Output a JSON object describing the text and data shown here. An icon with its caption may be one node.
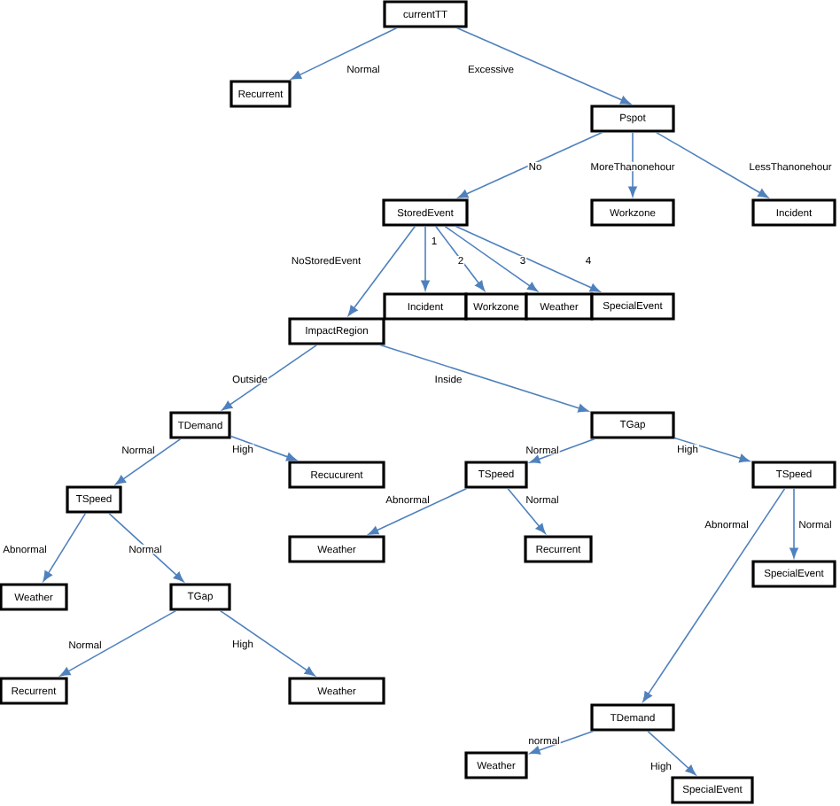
{
  "diagram": {
    "nodes": [
      {
        "text": [
          "currentTT"
        ]
      },
      {
        "text": [
          "Recurrent"
        ]
      },
      {
        "text": [
          "Pspot"
        ]
      },
      {
        "text": [
          "StoredEvent"
        ]
      },
      {
        "text": [
          "Workzone"
        ]
      },
      {
        "text": [
          "Incident"
        ]
      },
      {
        "text": [
          "Incident"
        ]
      },
      {
        "text": [
          "Workzone"
        ]
      },
      {
        "text": [
          "Weather"
        ]
      },
      {
        "text": [
          "SpecialEvent"
        ]
      },
      {
        "text": [
          "ImpactRegion"
        ]
      },
      {
        "text": [
          "TDemand"
        ]
      },
      {
        "text": [
          "Recucurent"
        ]
      },
      {
        "text": [
          "TGap"
        ]
      },
      {
        "text": [
          "TSpeed"
        ]
      },
      {
        "text": [
          "TSpeed"
        ]
      },
      {
        "text": [
          "TSpeed"
        ]
      },
      {
        "text": [
          "Weather"
        ]
      },
      {
        "text": [
          "Recurrent"
        ]
      },
      {
        "text": [
          "Weather"
        ]
      },
      {
        "text": [
          "TGap"
        ]
      },
      {
        "text": [
          "SpecialEvent"
        ]
      },
      {
        "text": [
          "Recurrent"
        ]
      },
      {
        "text": [
          "Weather"
        ]
      },
      {
        "text": [
          "TDemand"
        ]
      },
      {
        "text": [
          "Weather"
        ]
      },
      {
        "text": [
          "SpecialEvent"
        ]
      }
    ],
    "edges": [
      {
        "from": 0,
        "to": 1,
        "arrow": "to",
        "label": "Normal"
      },
      {
        "from": 0,
        "to": 2,
        "arrow": "to",
        "label": "Excessive"
      },
      {
        "from": 2,
        "to": 3,
        "arrow": "to",
        "label": "No"
      },
      {
        "from": 2,
        "to": 4,
        "arrow": "to",
        "label": "MoreThanonehour"
      },
      {
        "from": 2,
        "to": 5,
        "arrow": "to",
        "label": "LessThanonehour"
      },
      {
        "from": 3,
        "to": 10,
        "arrow": "to",
        "label": "NoStoredEvent"
      },
      {
        "from": 3,
        "to": 6,
        "arrow": "to",
        "label": "1"
      },
      {
        "from": 3,
        "to": 7,
        "arrow": "to",
        "label": "2"
      },
      {
        "from": 3,
        "to": 8,
        "arrow": "to",
        "label": "3"
      },
      {
        "from": 3,
        "to": 9,
        "arrow": "to",
        "label": "4"
      },
      {
        "from": 10,
        "to": 11,
        "arrow": "to",
        "label": "Outside"
      },
      {
        "from": 10,
        "to": 13,
        "arrow": "to",
        "label": "Inside"
      },
      {
        "from": 11,
        "to": 16,
        "arrow": "to",
        "label": "Normal"
      },
      {
        "from": 11,
        "to": 12,
        "arrow": "to",
        "label": "High"
      },
      {
        "from": 13,
        "to": 14,
        "arrow": "to",
        "label": "Normal"
      },
      {
        "from": 13,
        "to": 15,
        "arrow": "to",
        "label": "High"
      },
      {
        "from": 14,
        "to": 17,
        "arrow": "to",
        "label": "Abnormal"
      },
      {
        "from": 14,
        "to": 18,
        "arrow": "to",
        "label": "Normal"
      },
      {
        "from": 16,
        "to": 19,
        "arrow": "to",
        "label": "Abnormal"
      },
      {
        "from": 16,
        "to": 20,
        "arrow": "to",
        "label": "Normal"
      },
      {
        "from": 15,
        "to": 24,
        "arrow": "to",
        "label": "Abnormal"
      },
      {
        "from": 15,
        "to": 21,
        "arrow": "to",
        "label": "Normal"
      },
      {
        "from": 20,
        "to": 22,
        "arrow": "to",
        "label": "Normal"
      },
      {
        "from": 20,
        "to": 23,
        "arrow": "to",
        "label": "High"
      },
      {
        "from": 24,
        "to": 25,
        "arrow": "to",
        "label": "normal"
      },
      {
        "from": 24,
        "to": 26,
        "arrow": "to",
        "label": "High"
      }
    ]
  }
}
